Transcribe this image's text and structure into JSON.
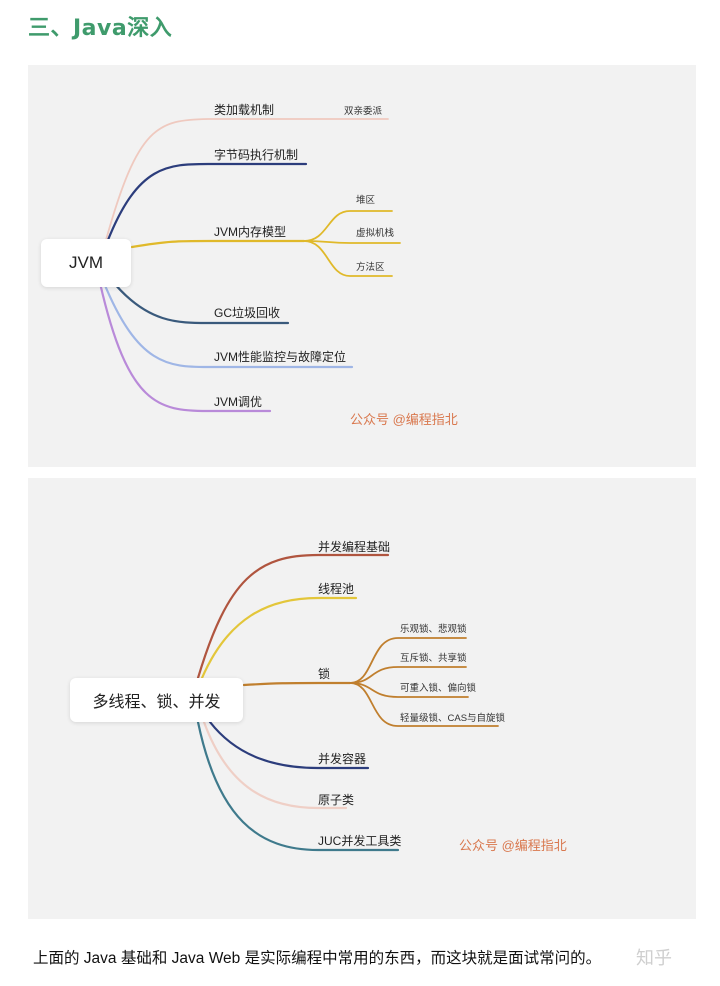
{
  "heading": "三、Java深入",
  "jvm_mindmap": {
    "root": "JVM",
    "branches": [
      {
        "label": "类加载机制",
        "color": "#efc9bf",
        "children": [
          {
            "label": "双亲委派"
          }
        ]
      },
      {
        "label": "字节码执行机制",
        "color": "#2c3d7c",
        "children": []
      },
      {
        "label": "JVM内存模型",
        "color": "#e0b92a",
        "children": [
          {
            "label": "堆区"
          },
          {
            "label": "虚拟机栈"
          },
          {
            "label": "方法区"
          }
        ]
      },
      {
        "label": "GC垃圾回收",
        "color": "#3a5a7c",
        "children": []
      },
      {
        "label": "JVM性能监控与故障定位",
        "color": "#9fb6e6",
        "children": []
      },
      {
        "label": "JVM调优",
        "color": "#b98ad9",
        "children": []
      }
    ],
    "watermark": "公众号 @编程指北"
  },
  "concurrency_mindmap": {
    "root": "多线程、锁、并发",
    "branches": [
      {
        "label": "并发编程基础",
        "color": "#b0553f",
        "children": []
      },
      {
        "label": "线程池",
        "color": "#e3c63a",
        "children": []
      },
      {
        "label": "锁",
        "color": "#c07f2e",
        "children": [
          {
            "label": "乐观锁、悲观锁"
          },
          {
            "label": "互斥锁、共享锁"
          },
          {
            "label": "可重入锁、偏向锁"
          },
          {
            "label": "轻量级锁、CAS与自旋锁"
          }
        ]
      },
      {
        "label": "并发容器",
        "color": "#2c3d7c",
        "children": []
      },
      {
        "label": "原子类",
        "color": "#efcfc6",
        "children": []
      },
      {
        "label": "JUC并发工具类",
        "color": "#3f7a8c",
        "children": []
      }
    ],
    "watermark": "公众号 @编程指北"
  },
  "caption": "上面的 Java 基础和 Java Web 是实际编程中常用的东西，而这块就是面试常问的。",
  "site_watermark": "知乎"
}
